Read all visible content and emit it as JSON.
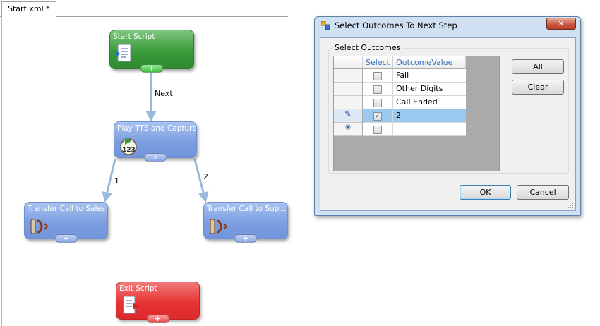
{
  "tab": {
    "label": "Start.xml *"
  },
  "nodes": {
    "start": {
      "title": "Start Script",
      "plus": "+"
    },
    "play": {
      "title": "Play TTS and Capture",
      "plus": "+"
    },
    "sales": {
      "title": "Transfer Call to Sales",
      "plus": "+"
    },
    "support": {
      "title": "Transfer Call to Sup...",
      "plus": "+"
    },
    "exit": {
      "title": "Exit Script",
      "plus": "+"
    }
  },
  "connectors": {
    "next": "Next",
    "one": "1",
    "two": "2"
  },
  "dialog": {
    "title": "Select Outcomes To Next Step",
    "close_glyph": "✕",
    "group_label": "Select Outcomes",
    "columns": [
      "Select",
      "OutcomeValue"
    ],
    "rows": [
      {
        "selected": false,
        "value": "Fail",
        "marker": ""
      },
      {
        "selected": false,
        "value": "Other Digits",
        "marker": ""
      },
      {
        "selected": false,
        "value": "Call Ended",
        "marker": ""
      },
      {
        "selected": true,
        "value": "2",
        "marker": "✎"
      },
      {
        "selected": false,
        "value": "",
        "marker": "✳"
      }
    ],
    "check_glyph": "✓",
    "all_label": "All",
    "clear_label": "Clear",
    "ok_label": "OK",
    "cancel_label": "Cancel"
  },
  "colors": {
    "start_node": "#3a9b3a",
    "action_node": "#7d9fe0",
    "exit_node": "#e63434",
    "arrow": "#9bb9dc",
    "row_highlight": "#99c9ef"
  }
}
